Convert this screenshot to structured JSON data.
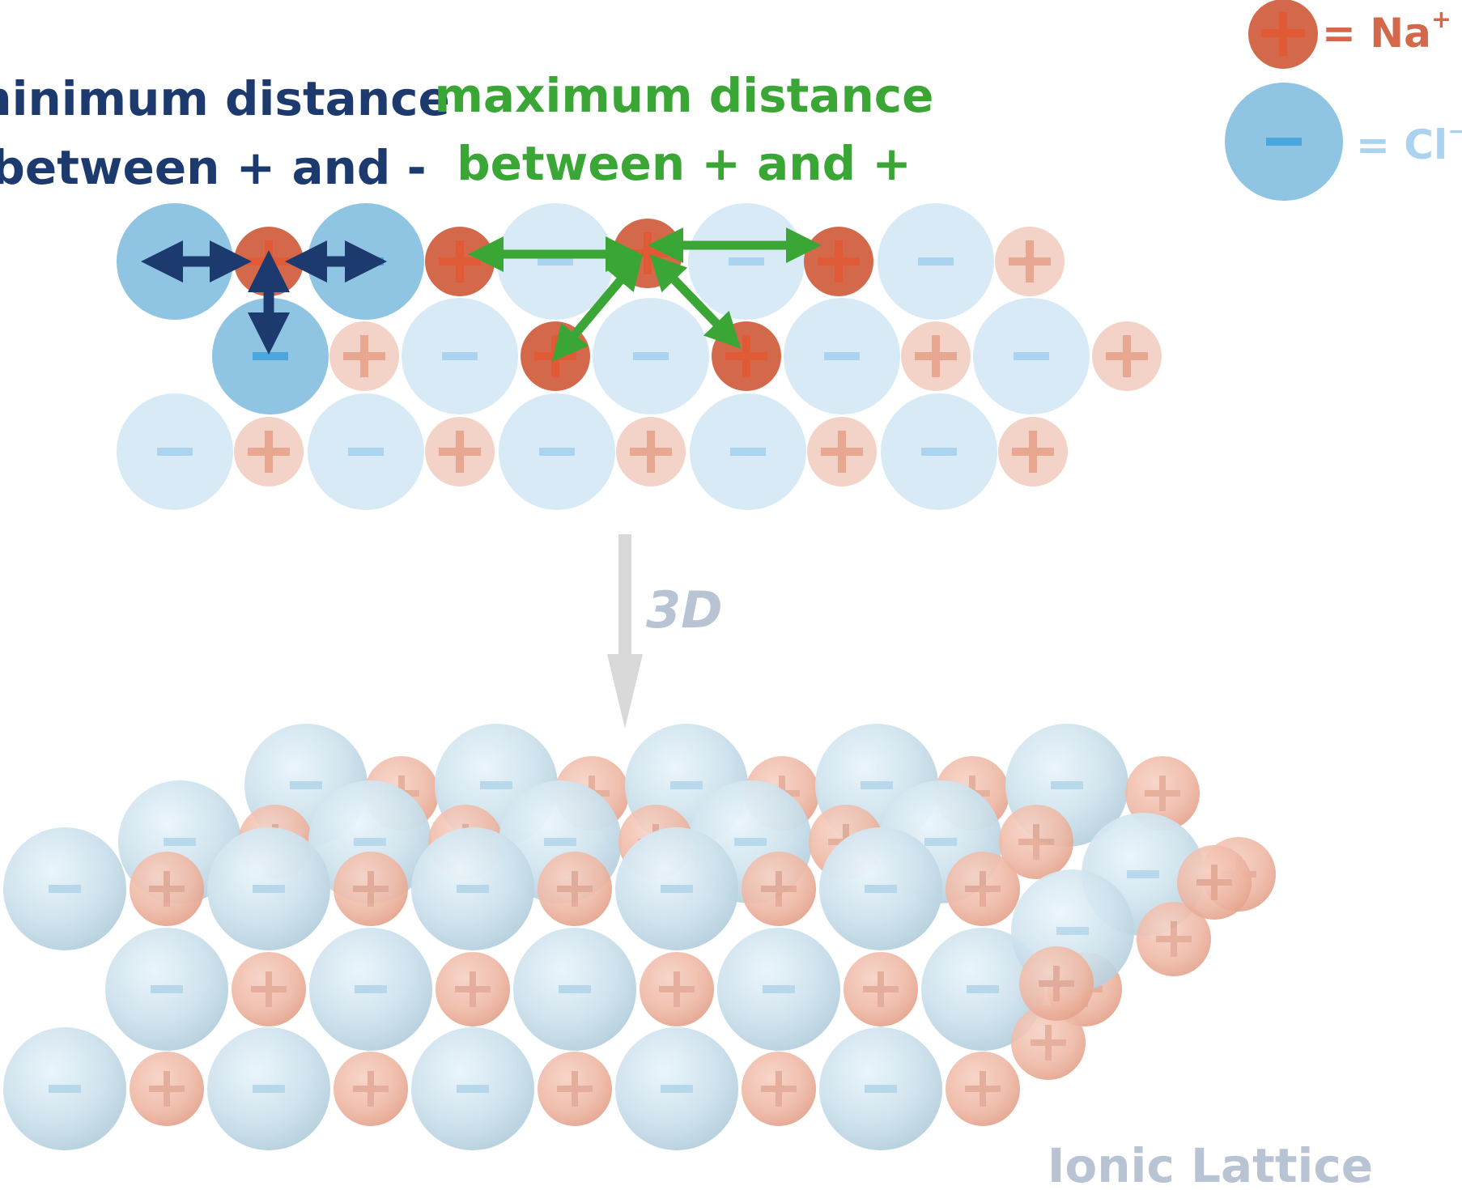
{
  "legend": {
    "na_label": "= Na",
    "na_sup": "+",
    "cl_label": "= Cl",
    "cl_sup": "−",
    "na_symbol": "+",
    "cl_symbol": "−"
  },
  "annotations": {
    "min_line1": "minimum distance",
    "min_line2": "between + and -",
    "max_line1": "maximum distance",
    "max_line2": "between + and +"
  },
  "transition_label": "3D",
  "bottom_title": "Ionic Lattice",
  "colors": {
    "na_strong": "#d3694a",
    "na_strong_sign": "#e05a35",
    "na_faint": "#f3d3c8",
    "na_faint_sign": "#e8a790",
    "cl_strong": "#8fc4e3",
    "cl_strong_sign": "#4aa6dd",
    "cl_faint": "#d8eaf6",
    "cl_faint_sign": "#a9d3ef",
    "min_text": "#1d3a6e",
    "max_text": "#3aa635",
    "arrow_gray": "#d9d9d9",
    "label_gray": "#b8c4d4"
  }
}
